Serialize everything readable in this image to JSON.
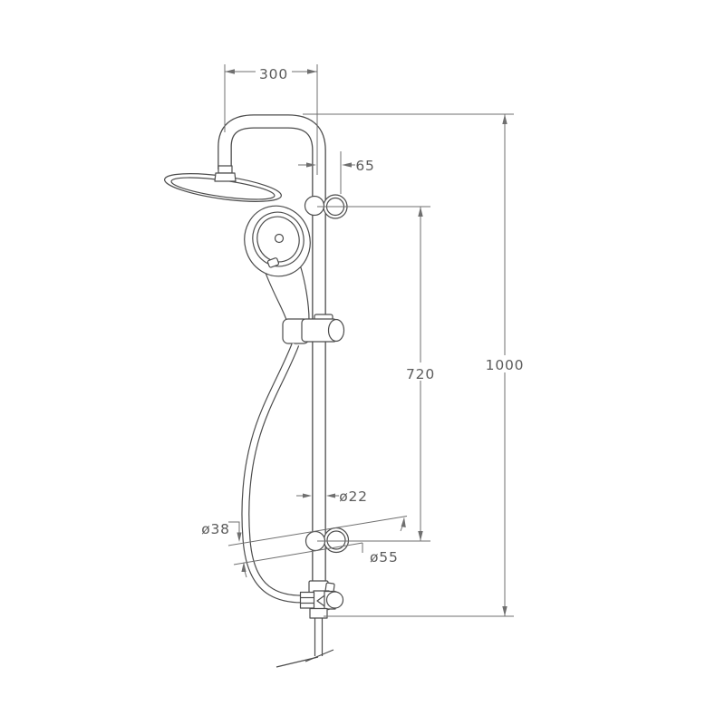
{
  "drawing": {
    "type": "technical-line-drawing",
    "subject": "shower-column-set",
    "dimensions": {
      "d300": "300",
      "d65": "65",
      "d720": "720",
      "d1000": "1000",
      "d22": "ø22",
      "d38": "ø38",
      "d55": "ø55"
    },
    "colors": {
      "outline": "#4c4c4c",
      "dimension": "#6f6f6f",
      "text": "#5c5c5c",
      "background": "#ffffff"
    }
  }
}
